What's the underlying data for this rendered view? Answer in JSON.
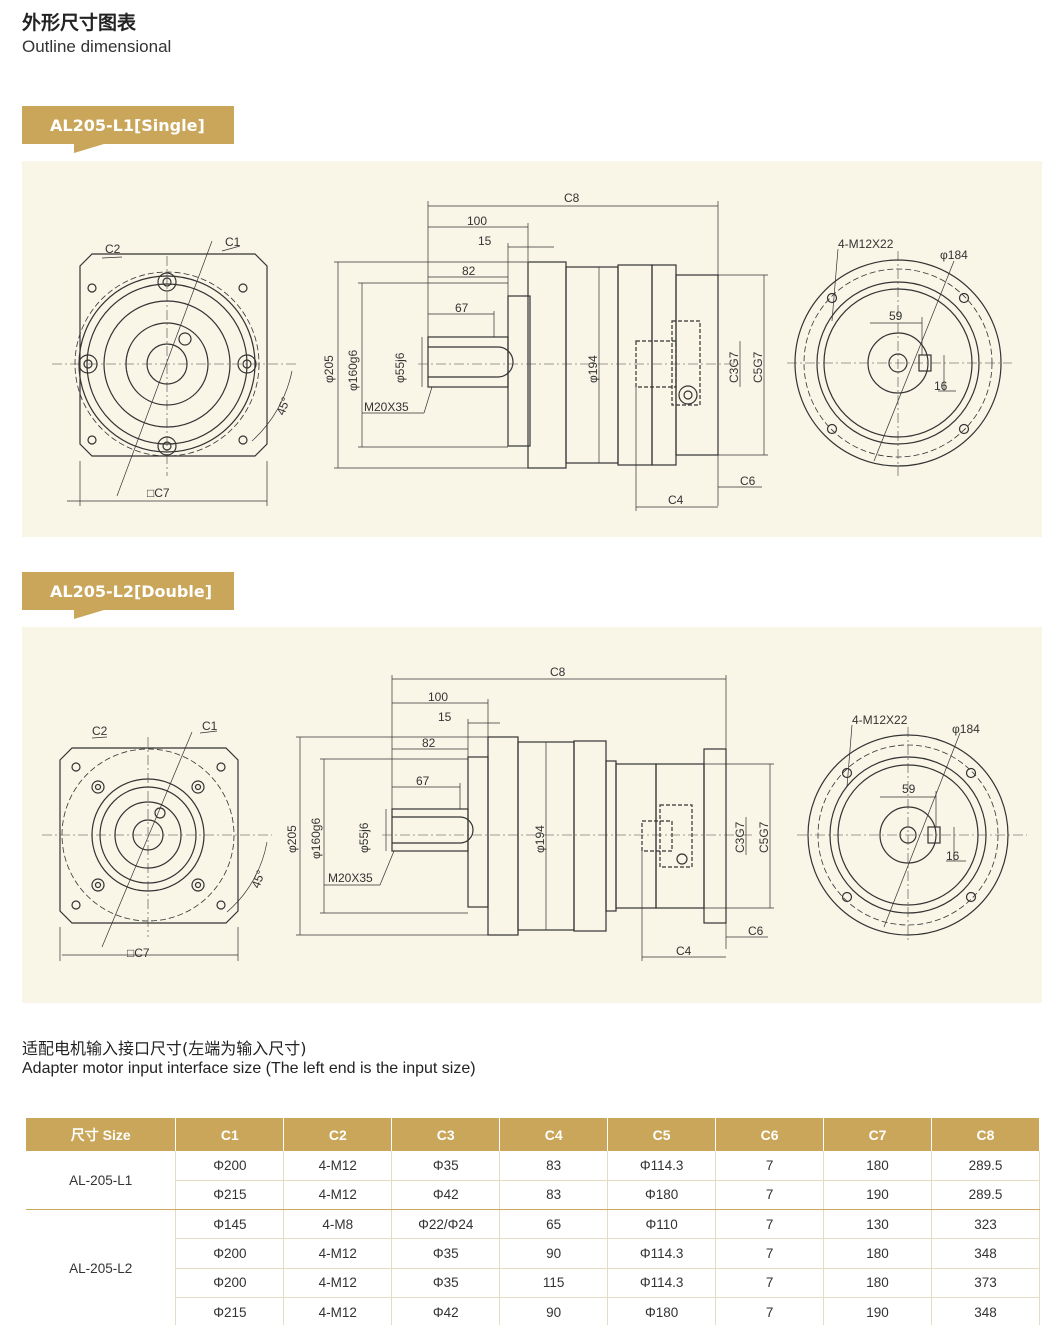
{
  "header": {
    "title_cn": "外形尺寸图表",
    "title_en": "Outline dimensional"
  },
  "single": {
    "tag": "AL205-L1[Single]",
    "labels": {
      "c2": "C2",
      "c1": "C1",
      "c7": "□C7",
      "angle": "45°",
      "c8": "C8",
      "d100": "100",
      "d15": "15",
      "d82": "82",
      "d67": "67",
      "d205": "φ205",
      "d160": "φ160g6",
      "d55": "φ55j6",
      "m20": "M20X35",
      "d194": "φ194",
      "c3": "C3G7",
      "c5": "C5G7",
      "c6": "C6",
      "c4": "C4",
      "bolt": "4-M12X22",
      "d184": "φ184",
      "d59": "59",
      "d16": "16"
    }
  },
  "double": {
    "tag": "AL205-L2[Double]",
    "labels": {
      "c2": "C2",
      "c1": "C1",
      "c7": "□C7",
      "angle": "45°",
      "c8": "C8",
      "d100": "100",
      "d15": "15",
      "d82": "82",
      "d67": "67",
      "d205": "φ205",
      "d160": "φ160g6",
      "d55": "φ55j6",
      "m20": "M20X35",
      "d194": "φ194",
      "c3": "C3G7",
      "c5": "C5G7",
      "c6": "C6",
      "c4": "C4",
      "bolt": "4-M12X22",
      "d184": "φ184",
      "d59": "59",
      "d16": "16"
    }
  },
  "adapter": {
    "title_cn": "适配电机输入接口尺寸(左端为输入尺寸)",
    "title_en": "Adapter motor input interface size (The left end is the input size)"
  },
  "table": {
    "headers": [
      "尺寸 Size",
      "C1",
      "C2",
      "C3",
      "C4",
      "C5",
      "C6",
      "C7",
      "C8"
    ],
    "groups": [
      {
        "model": "AL-205-L1",
        "rows": [
          [
            "Φ200",
            "4-M12",
            "Φ35",
            "83",
            "Φ114.3",
            "7",
            "180",
            "289.5"
          ],
          [
            "Φ215",
            "4-M12",
            "Φ42",
            "83",
            "Φ180",
            "7",
            "190",
            "289.5"
          ]
        ]
      },
      {
        "model": "AL-205-L2",
        "rows": [
          [
            "Φ145",
            "4-M8",
            "Φ22/Φ24",
            "65",
            "Φ110",
            "7",
            "130",
            "323"
          ],
          [
            "Φ200",
            "4-M12",
            "Φ35",
            "90",
            "Φ114.3",
            "7",
            "180",
            "348"
          ],
          [
            "Φ200",
            "4-M12",
            "Φ35",
            "115",
            "Φ114.3",
            "7",
            "180",
            "373"
          ],
          [
            "Φ215",
            "4-M12",
            "Φ42",
            "90",
            "Φ180",
            "7",
            "190",
            "348"
          ]
        ]
      }
    ]
  }
}
